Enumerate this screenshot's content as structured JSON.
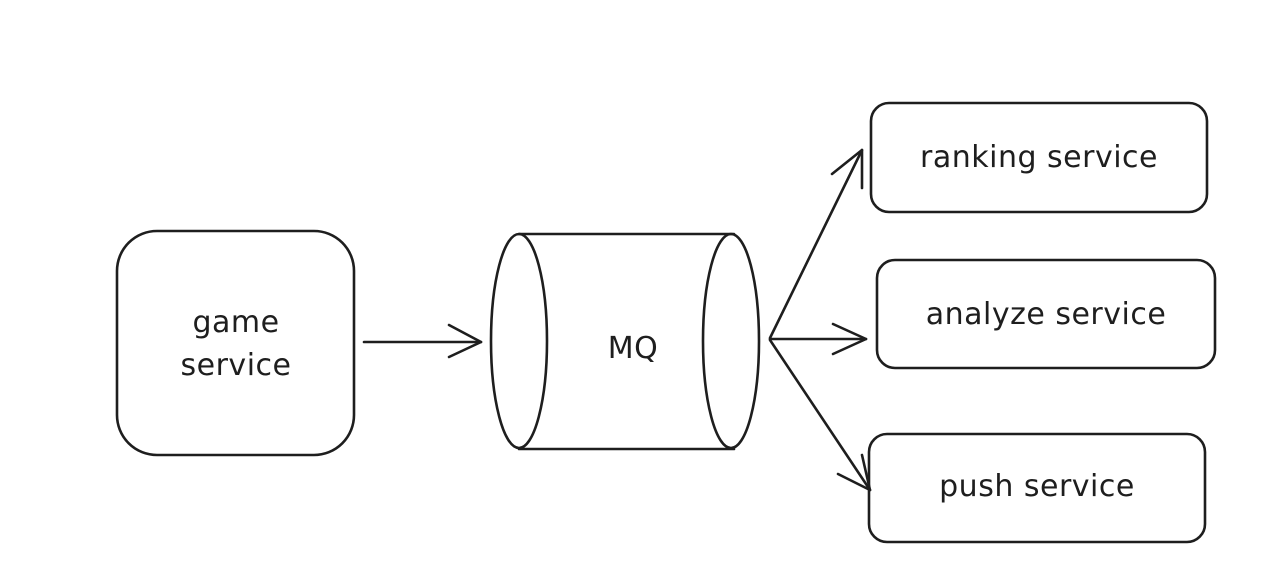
{
  "nodes": {
    "game_service": [
      "game",
      "service"
    ],
    "mq": "MQ",
    "ranking_service": "ranking service",
    "analyze_service": "analyze service",
    "push_service": "push service"
  },
  "edges": [
    {
      "from": "game service",
      "to": "MQ"
    },
    {
      "from": "MQ",
      "to": "ranking service"
    },
    {
      "from": "MQ",
      "to": "analyze service"
    },
    {
      "from": "MQ",
      "to": "push service"
    }
  ],
  "colors": {
    "stroke": "#1e1e1e",
    "background": "#ffffff"
  }
}
